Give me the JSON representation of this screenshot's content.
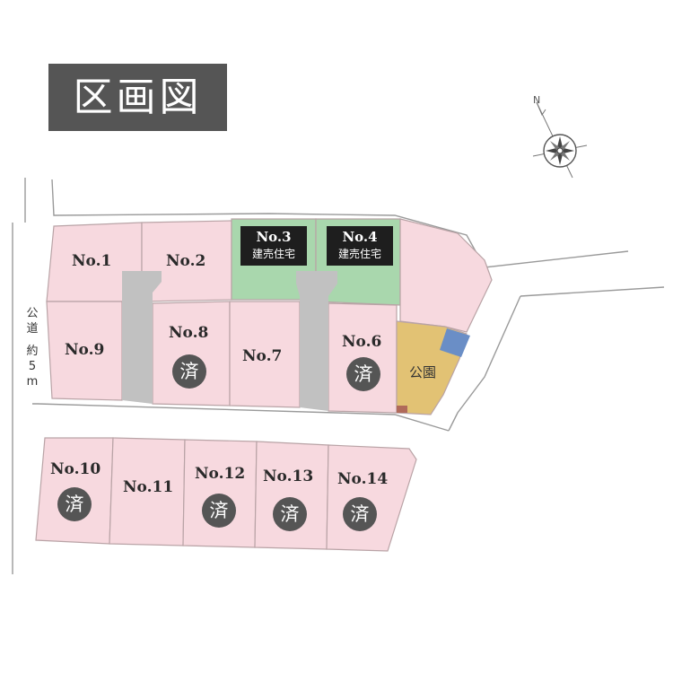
{
  "title": "区画図",
  "road_label": "公道 約5m",
  "compass_label": "N",
  "park_label": "公園",
  "sold_mark": "済",
  "colors": {
    "lot": "#f7d9df",
    "lot_line": "#b9a3a6",
    "model_house": "#a9d7ad",
    "driveway": "#c1c1c1",
    "park": "#e2c274",
    "park_accent": "#6a8ec6",
    "title_bg": "#555555",
    "badge_bg": "#1e1e1e"
  },
  "lots": [
    {
      "id": "lot-1",
      "label": "No.1",
      "sold": false,
      "model_house": false
    },
    {
      "id": "lot-2",
      "label": "No.2",
      "sold": false,
      "model_house": false
    },
    {
      "id": "lot-3",
      "label": "No.3",
      "sold": false,
      "model_house": true,
      "note": "建売住宅"
    },
    {
      "id": "lot-4",
      "label": "No.4",
      "sold": false,
      "model_house": true,
      "note": "建売住宅"
    },
    {
      "id": "lot-6",
      "label": "No.6",
      "sold": true,
      "model_house": false
    },
    {
      "id": "lot-7",
      "label": "No.7",
      "sold": false,
      "model_house": false
    },
    {
      "id": "lot-8",
      "label": "No.8",
      "sold": true,
      "model_house": false
    },
    {
      "id": "lot-9",
      "label": "No.9",
      "sold": false,
      "model_house": false
    },
    {
      "id": "lot-10",
      "label": "No.10",
      "sold": true,
      "model_house": false
    },
    {
      "id": "lot-11",
      "label": "No.11",
      "sold": false,
      "model_house": false
    },
    {
      "id": "lot-12",
      "label": "No.12",
      "sold": true,
      "model_house": false
    },
    {
      "id": "lot-13",
      "label": "No.13",
      "sold": true,
      "model_house": false
    },
    {
      "id": "lot-14",
      "label": "No.14",
      "sold": true,
      "model_house": false
    }
  ]
}
